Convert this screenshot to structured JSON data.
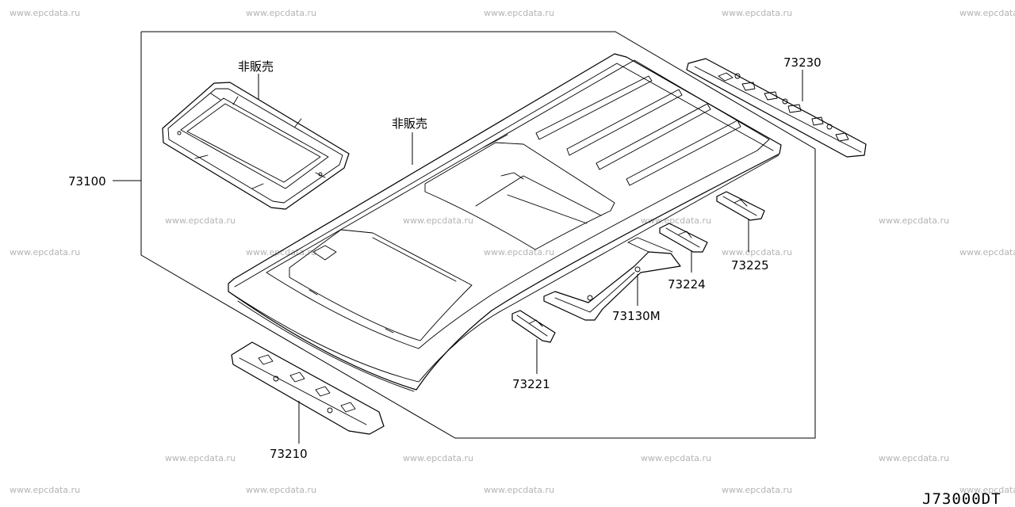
{
  "diagram": {
    "watermark": "www.epcdata.ru",
    "drawing_code": "J73000DT",
    "not_for_sale_label": "非販売",
    "callouts": {
      "roof_panel": "73100",
      "front_rail": "73210",
      "rear_rail": "73230",
      "bow_1": "73221",
      "bow_2": "73224",
      "bow_3": "73225",
      "sunroof_reinforcement": "73130M"
    }
  }
}
